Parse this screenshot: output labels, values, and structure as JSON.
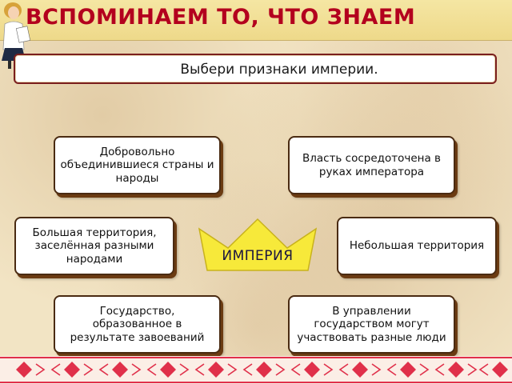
{
  "header": {
    "title": "ВСПОМИНАЕМ ТО, ЧТО ЗНАЕМ"
  },
  "question": {
    "text": "Выбери признаки империи."
  },
  "options": [
    {
      "label": "Добровольно объединившиеся страны и народы"
    },
    {
      "label": "Власть сосредоточена в руках императора"
    },
    {
      "label": "Большая территория, заселённая разными народами"
    },
    {
      "label": "Небольшая территория"
    },
    {
      "label": "Государство, образованное в результате завоеваний"
    },
    {
      "label": "В управлении государством могут участвовать разные люди"
    }
  ],
  "crown": {
    "label": "ИМПЕРИЯ"
  },
  "colors": {
    "title": "#b3001e",
    "header_bg": "#f5e6a3",
    "card_border": "#4a2b12",
    "card_shadow": "#6b3b12",
    "crown_fill": "#f7e93a",
    "ornament": "#e0304a"
  }
}
